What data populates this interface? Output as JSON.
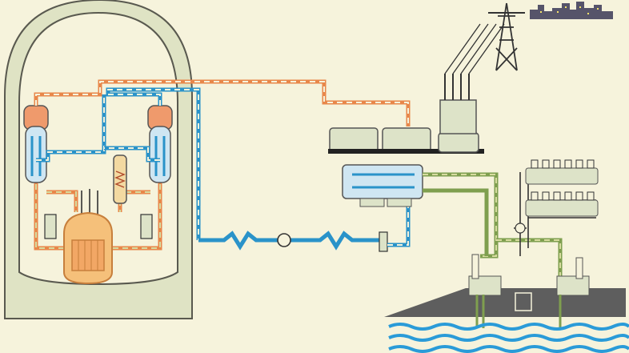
{
  "diagram": {
    "kind": "nuclear power plant schematic",
    "text_labels": [],
    "colors": {
      "background": "#f6f3dc",
      "containment_fill": "#dfe3c4",
      "containment_stroke": "#59594f",
      "primary_coolant": "#e8874a",
      "steam": "#2a93c9",
      "cooling_water": "#7f9f4f",
      "water": "#2a9bd8",
      "ground": "#5e5e5e",
      "machinery_fill": "#dde3c8"
    },
    "components": [
      "containment-building",
      "reactor-vessel",
      "steam-generator-left",
      "steam-generator-right",
      "pressurizer",
      "coolant-pumps",
      "steam-line",
      "turbine",
      "generator",
      "condenser",
      "feedwater-pump",
      "transformer",
      "transmission-tower",
      "city-skyline",
      "cooling-water-pumps",
      "cooling-water-intake",
      "cooling-water-outlet",
      "sea"
    ]
  }
}
